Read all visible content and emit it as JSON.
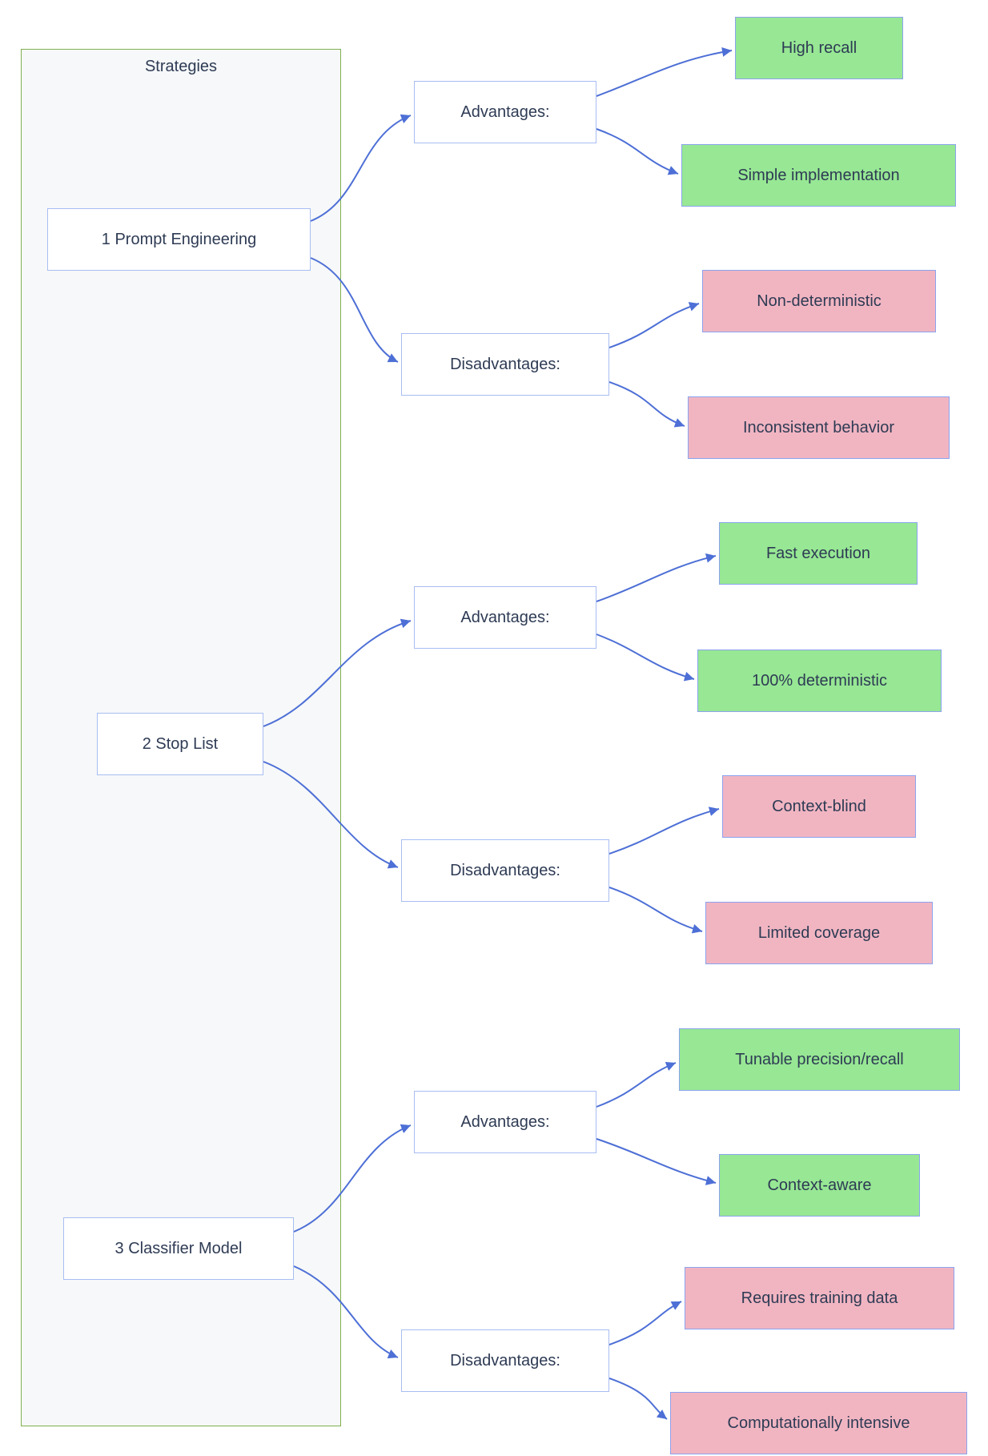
{
  "diagram": {
    "group_label": "Strategies",
    "advantages_label": "Advantages:",
    "disadvantages_label": "Disadvantages:",
    "strategies": [
      {
        "label": "1 Prompt Engineering",
        "advantages": [
          "High recall",
          "Simple implementation"
        ],
        "disadvantages": [
          "Non-deterministic",
          "Inconsistent behavior"
        ]
      },
      {
        "label": "2 Stop List",
        "advantages": [
          "Fast execution",
          "100% deterministic"
        ],
        "disadvantages": [
          "Context-blind",
          "Limited coverage"
        ]
      },
      {
        "label": "3 Classifier Model",
        "advantages": [
          "Tunable precision/recall",
          "Context-aware"
        ],
        "disadvantages": [
          "Requires training data",
          "Computationally intensive"
        ]
      }
    ],
    "colors": {
      "advantage_fill": "#97e794",
      "disadvantage_fill": "#f1b5c2",
      "node_stroke": "#a8bdf2",
      "leaf_stroke": "#8ba3ee",
      "edge": "#4d6fd6",
      "group_stroke": "#7fae4f",
      "group_fill": "#f6f8f9",
      "text": "#2e3b54"
    }
  }
}
